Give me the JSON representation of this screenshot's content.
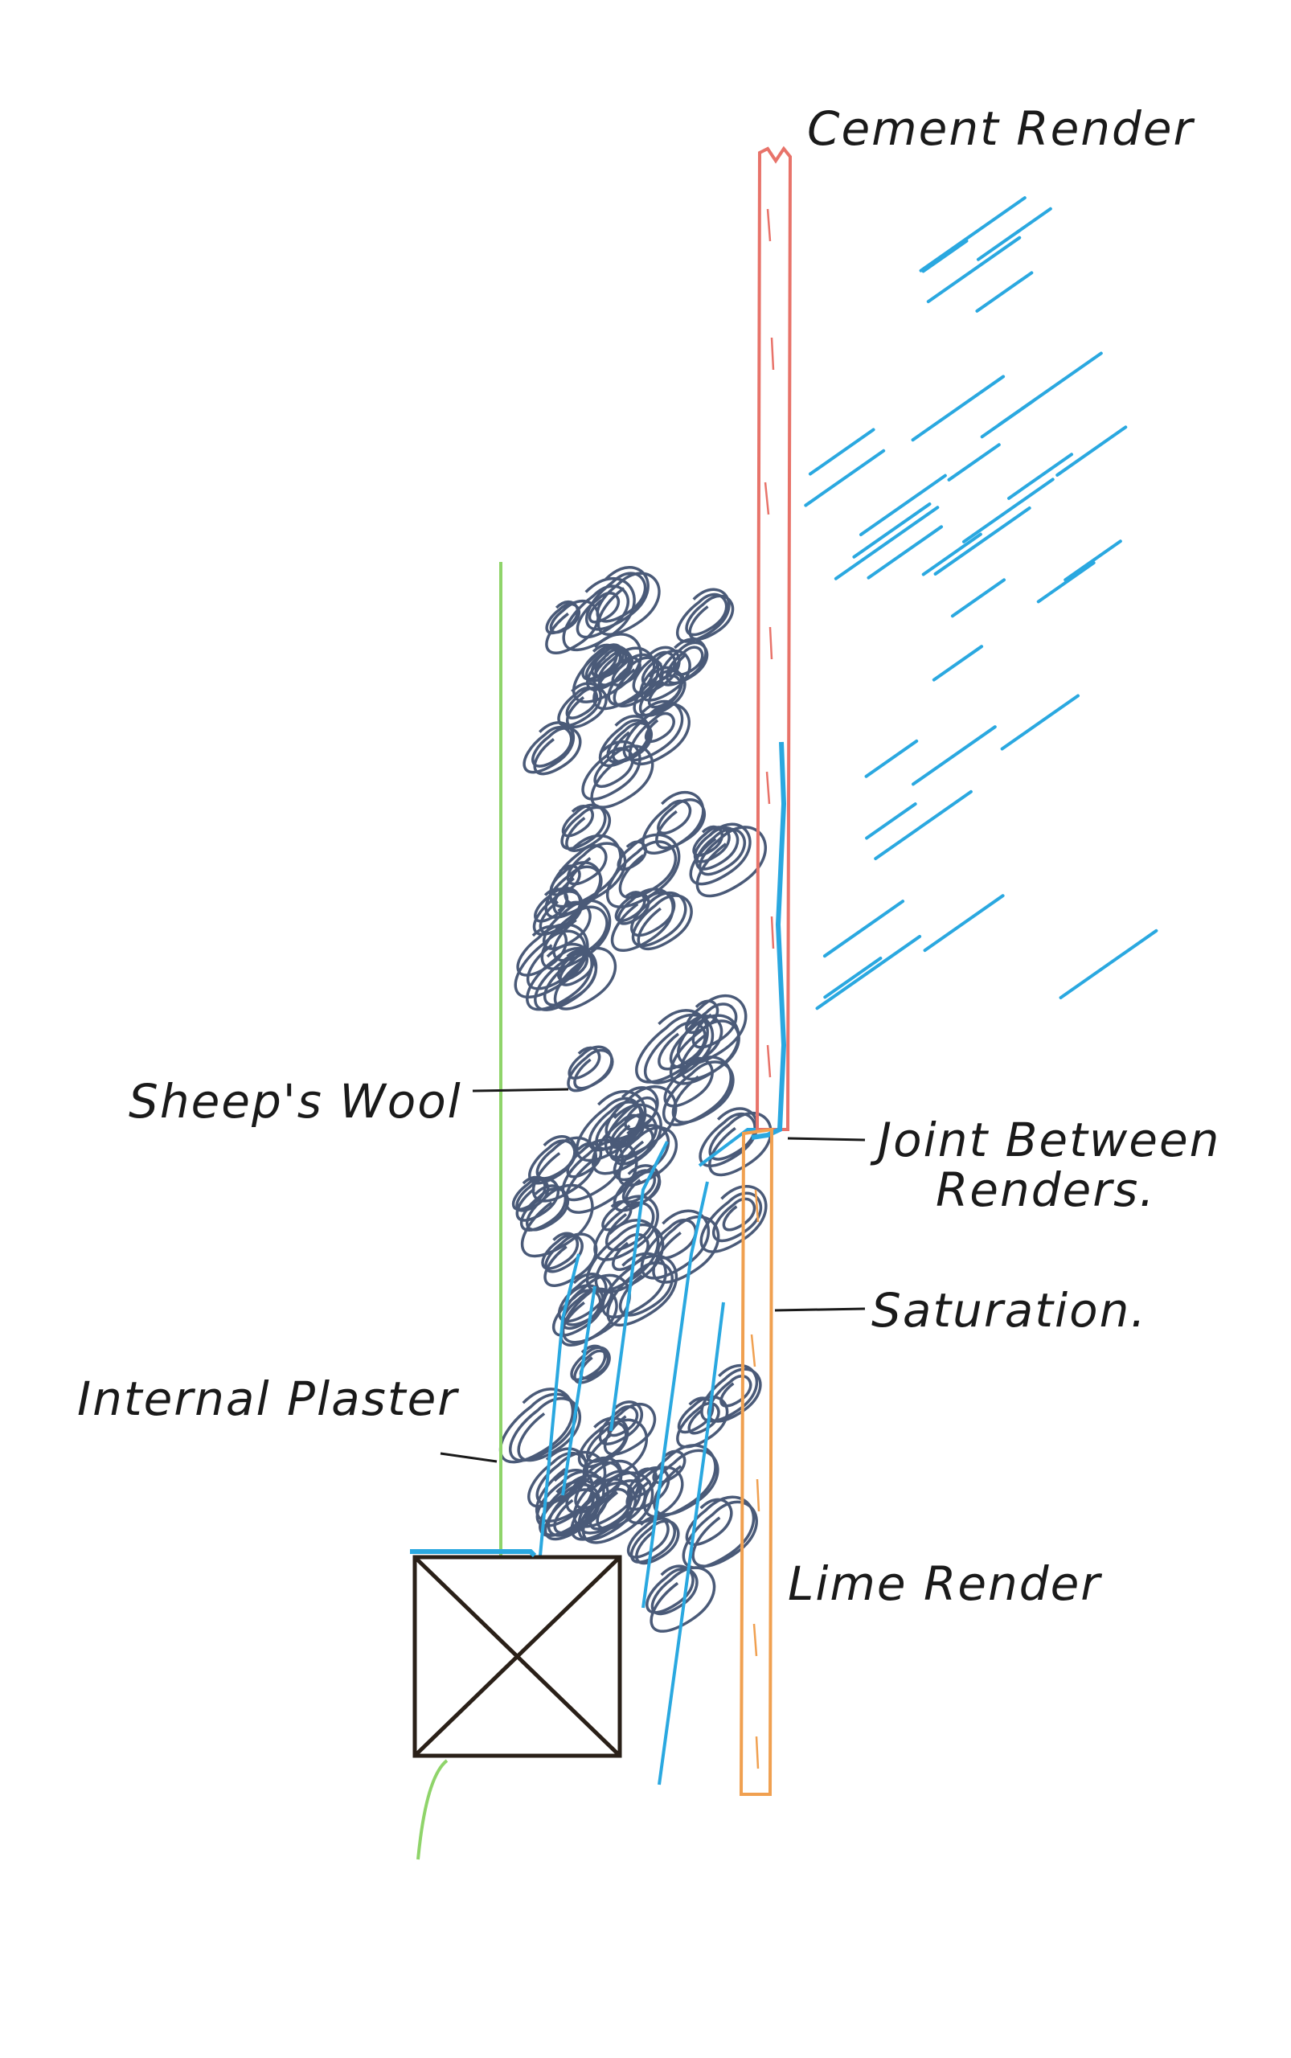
{
  "labels": {
    "cement_render": "Cement Render",
    "sheeps_wool": "Sheep's Wool",
    "joint_line1": "Joint Between",
    "joint_line2": "Renders.",
    "saturation": "Saturation.",
    "internal_plaster": "Internal Plaster",
    "lime_render": "Lime Render"
  },
  "colors": {
    "cement": "#e8736a",
    "lime": "#f0a050",
    "rain": "#2aa8e0",
    "plaster": "#8fd46a",
    "wool": "#4a5a78",
    "ink": "#1a1a1a",
    "timber": "#2a2018"
  }
}
